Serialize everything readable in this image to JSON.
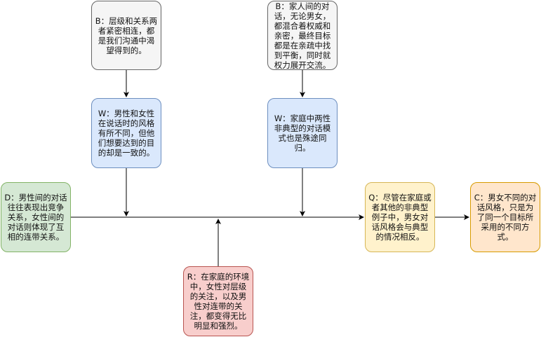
{
  "nodes": {
    "b1": "B：层级和关系两者紧密相连，都是我们沟通中渴望得到的。",
    "b2": "B：家人间的对话，无论男女，都混合着权威和亲密，最终目标都是在亲疏中找到平衡，同时就权力展开交流。",
    "w1": "W：男性和女性在说话时的风格有所不同，但他们想要达到的目的却是一致的。",
    "w2": "W：家庭中两性非典型的对话模式也是殊途同归。",
    "d": "D：男性间的对话往往表现出竞争关系，女性间的对话则体现了互相的连带关系。",
    "r": "R：在家庭的环境中，女性对层级的关注，以及男性对连带的关注，都变得无比明显和强烈。",
    "q": "Q：尽管在家庭或者其他的非典型例子中，男女对话风格会与典型的情况相反。",
    "c": "C：男女不同的对话风格，只是为了同一个目标所采用的不同方式。"
  },
  "colors": {
    "edge": "#000000",
    "gray_fill": "#f5f5f5",
    "blue_fill": "#dae8fc",
    "green_fill": "#d5e8d4",
    "red_fill": "#f8cecc",
    "yellow_fill": "#fff2cc",
    "orange_fill": "#ffe6cc"
  }
}
